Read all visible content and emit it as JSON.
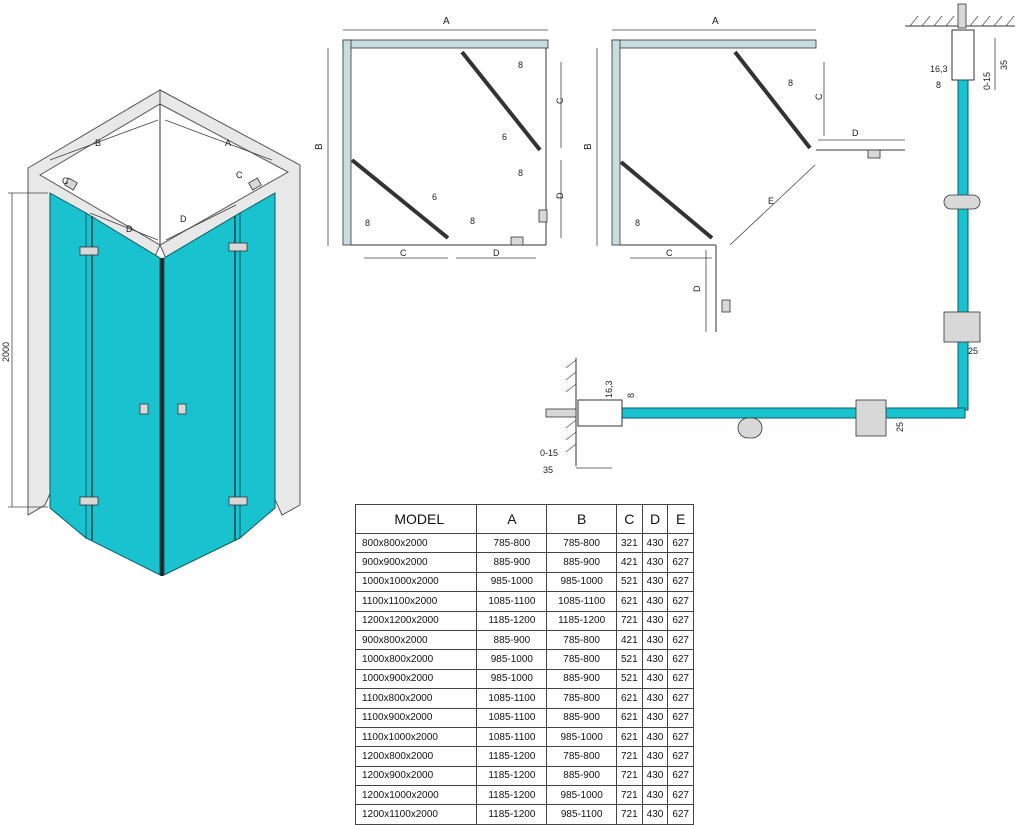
{
  "labels": {
    "a": "A",
    "b": "B",
    "c": "C",
    "d": "D",
    "e": "E",
    "height": "2000",
    "gap8": "8",
    "gap6": "6",
    "profile_16_3": "16,3",
    "profile_0_15": "0-15",
    "profile_35": "35",
    "profile_25": "25"
  },
  "table": {
    "headers": [
      "MODEL",
      "A",
      "B",
      "C",
      "D",
      "E"
    ],
    "rows": [
      [
        "800x800x2000",
        "785-800",
        "785-800",
        "321",
        "430",
        "627"
      ],
      [
        "900x900x2000",
        "885-900",
        "885-900",
        "421",
        "430",
        "627"
      ],
      [
        "1000x1000x2000",
        "985-1000",
        "985-1000",
        "521",
        "430",
        "627"
      ],
      [
        "1100x1100x2000",
        "1085-1100",
        "1085-1100",
        "621",
        "430",
        "627"
      ],
      [
        "1200x1200x2000",
        "1185-1200",
        "1185-1200",
        "721",
        "430",
        "627"
      ],
      [
        "900x800x2000",
        "885-900",
        "785-800",
        "421",
        "430",
        "627"
      ],
      [
        "1000x800x2000",
        "985-1000",
        "785-800",
        "521",
        "430",
        "627"
      ],
      [
        "1000x900x2000",
        "985-1000",
        "885-900",
        "521",
        "430",
        "627"
      ],
      [
        "1100x800x2000",
        "1085-1100",
        "785-800",
        "621",
        "430",
        "627"
      ],
      [
        "1100x900x2000",
        "1085-1100",
        "885-900",
        "621",
        "430",
        "627"
      ],
      [
        "1100x1000x2000",
        "1085-1100",
        "985-1000",
        "621",
        "430",
        "627"
      ],
      [
        "1200x800x2000",
        "1185-1200",
        "785-800",
        "721",
        "430",
        "627"
      ],
      [
        "1200x900x2000",
        "1185-1200",
        "885-900",
        "721",
        "430",
        "627"
      ],
      [
        "1200x1000x2000",
        "1185-1200",
        "985-1000",
        "721",
        "430",
        "627"
      ],
      [
        "1200x1100x2000",
        "1185-1200",
        "985-1100",
        "721",
        "430",
        "627"
      ]
    ]
  },
  "colors": {
    "glass": "#19c2cf",
    "glass_edge": "#0a5c66",
    "wall": "#e8e8e8",
    "line": "#333333"
  }
}
